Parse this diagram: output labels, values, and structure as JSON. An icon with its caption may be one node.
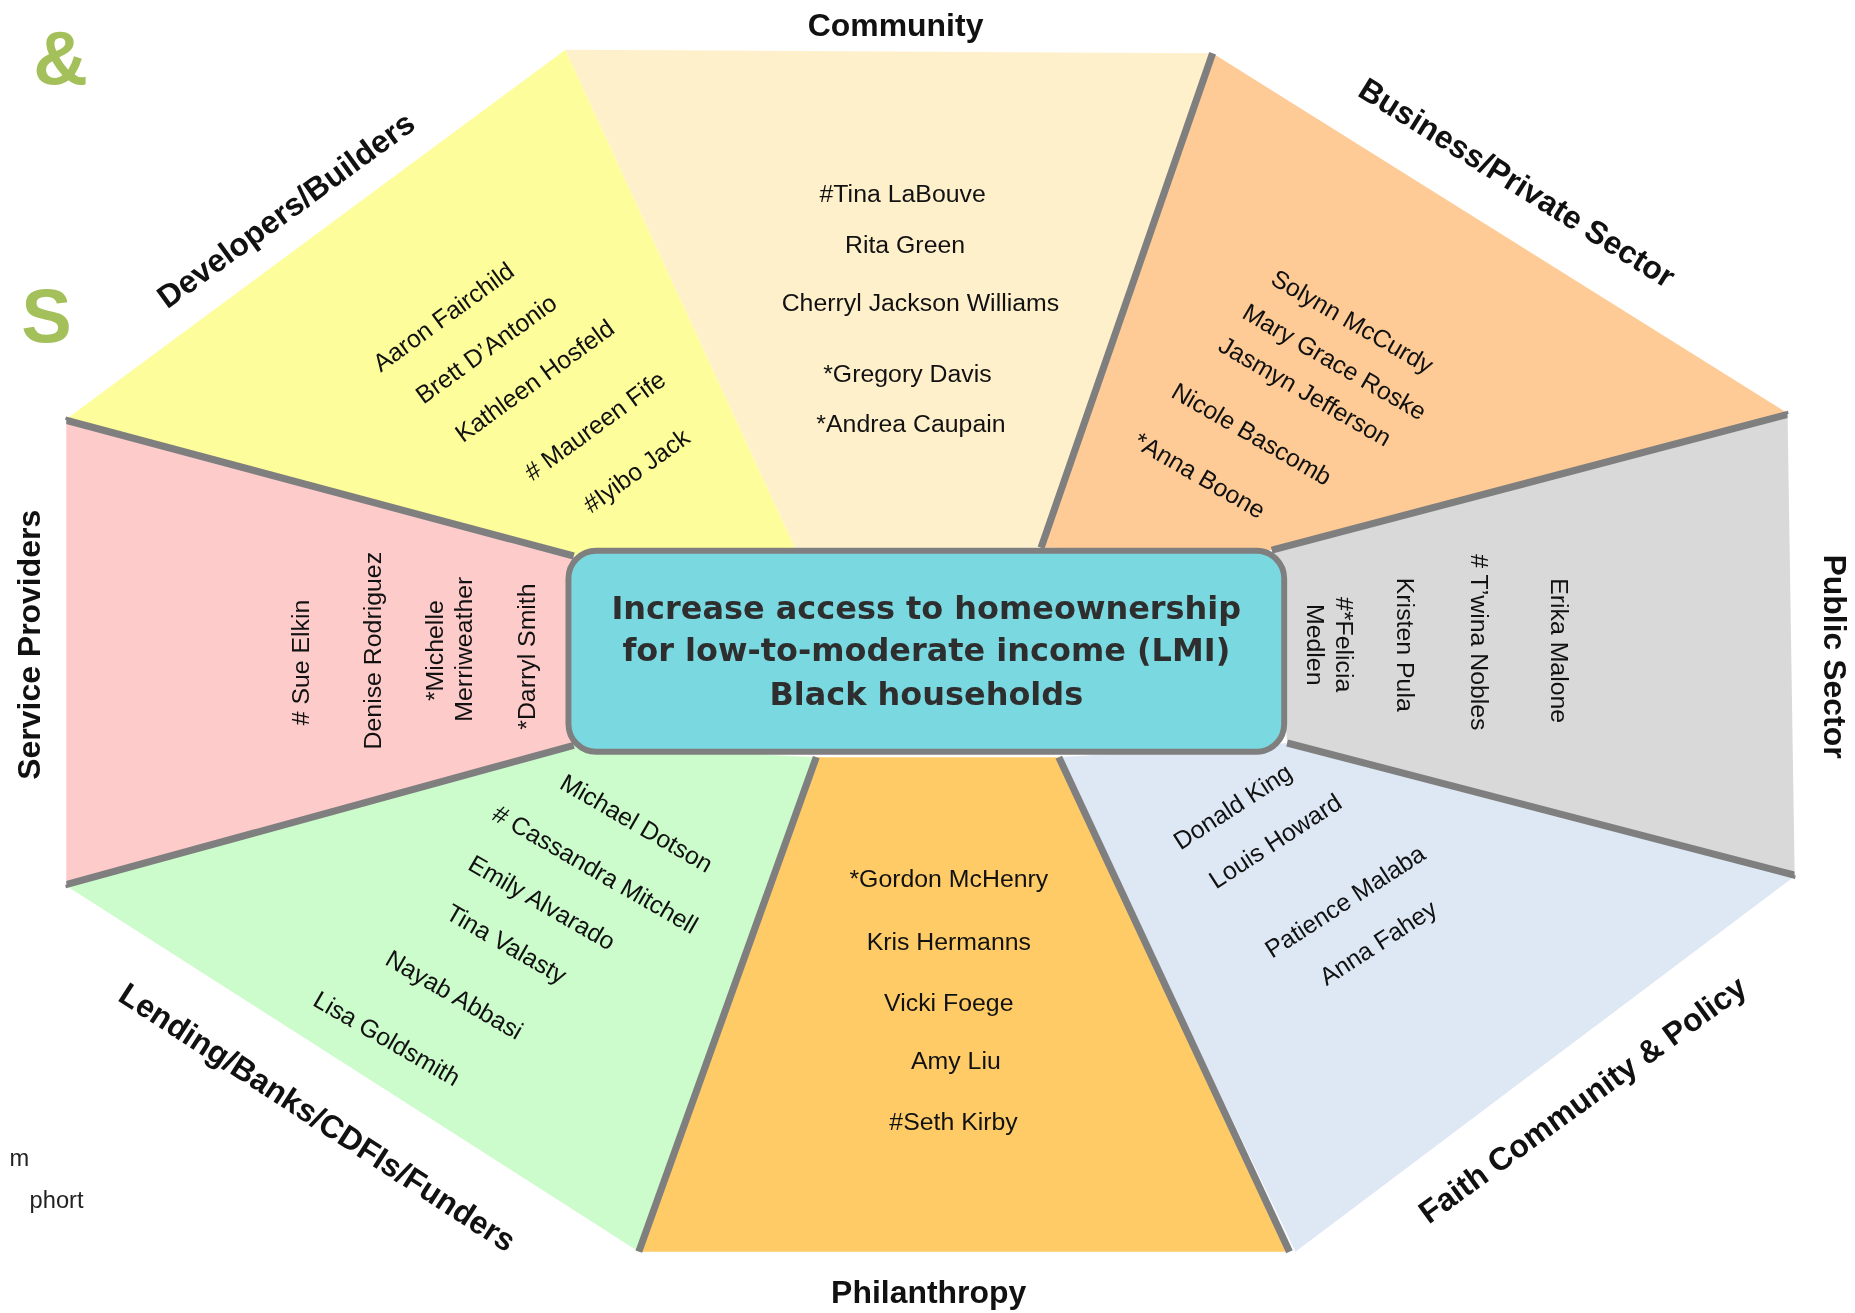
{
  "diagram": {
    "nodes": [
      {
        "text": [
          "Developers/Builders",
          "Aaron Fairchild",
          "Brett D’Antonio",
          "Kathleen Hosfeld",
          "# Maureen Fife",
          "#Iyibo Jack"
        ]
      },
      {
        "text": [
          "Community",
          "#Tina LaBouve",
          "Rita Green",
          "Cherryl Jackson Williams",
          "*Gregory Davis",
          "*Andrea Caupain"
        ]
      },
      {
        "text": [
          "Business/Private Sector",
          "Solynn McCurdy",
          "Mary Grace Roske",
          "Jasmyn Jefferson",
          "Nicole Bascomb",
          "*Anna Boone"
        ]
      },
      {
        "text": [
          "Service Providers",
          "# Sue Elkin",
          "Denise Rodriguez",
          "*Michelle Merriweather",
          "*Darryl Smith"
        ]
      },
      {
        "text": [
          "Increase access to homeownership for low-to-moderate income (LMI) Black households"
        ]
      },
      {
        "text": [
          "Public Sector",
          "#*Felicia Medlen",
          "Kristen Pula",
          "# T’wina Nobles",
          "Erika Malone"
        ]
      },
      {
        "text": [
          "Lending/Banks/CDFIs/Funders",
          "Michael Dotson",
          "# Cassandra Mitchell",
          "Emily Alvarado",
          "Tina Valasty",
          "Nayab Abbasi",
          "Lisa Goldsmith"
        ]
      },
      {
        "text": [
          "Philanthropy",
          "*Gordon McHenry",
          "Kris Hermanns",
          "Vicki Foege",
          "Amy Liu",
          "#Seth Kirby"
        ]
      },
      {
        "text": [
          "Faith Community & Policy",
          "Donald King",
          "Louis Howard",
          "Patience Malaba",
          "Anna Fahey"
        ]
      }
    ],
    "labels": [
      "&",
      "S",
      "m",
      "phort"
    ]
  }
}
